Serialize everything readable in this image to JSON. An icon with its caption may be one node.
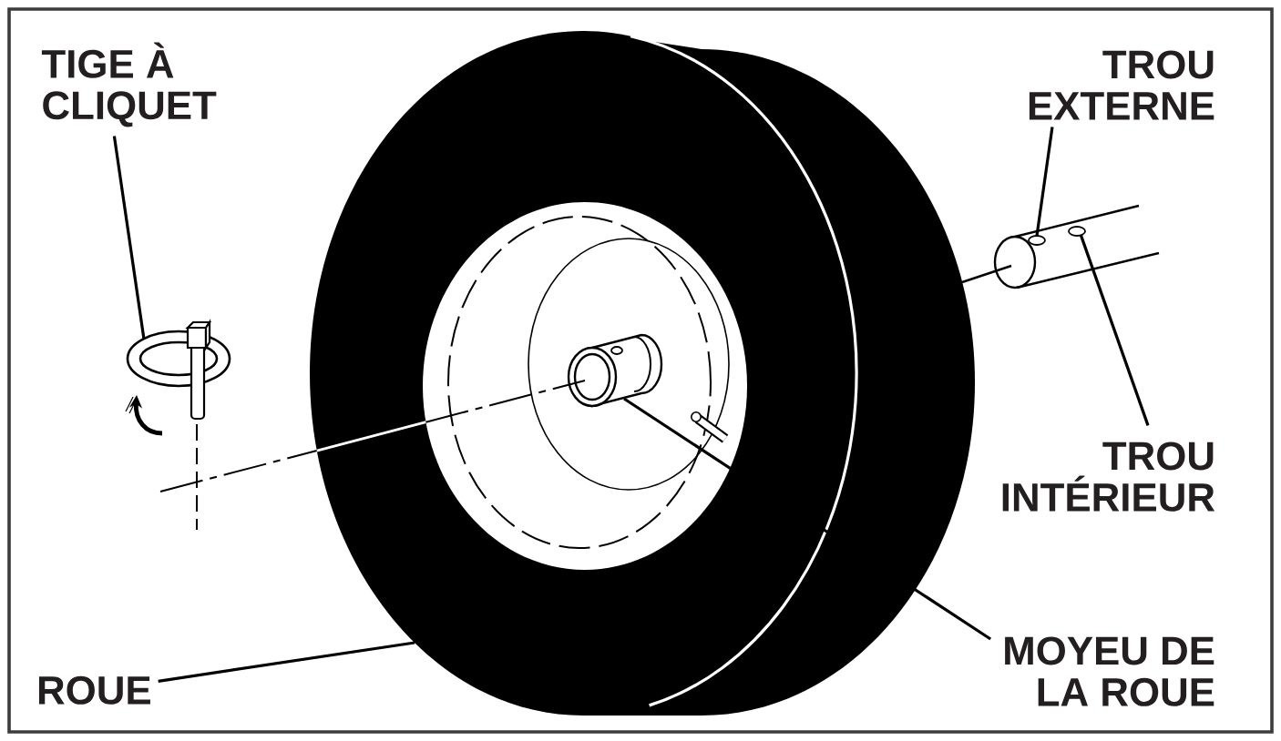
{
  "diagram": {
    "nodes": [
      {
        "text": [
          "TIGE À CLIQUET"
        ]
      },
      {
        "text": [],
        "shape": "picture"
      },
      {
        "text": [
          "TROU EXTERNE"
        ]
      },
      {
        "text": [],
        "shape": "circle"
      },
      {
        "text": [
          "TROU INTÉRIEUR"
        ]
      },
      {
        "text": [],
        "shape": "circle"
      },
      {
        "text": [
          "ROUE"
        ]
      },
      {
        "text": [],
        "shape": "picture"
      },
      {
        "text": [
          "MOYEU DE LA ROUE"
        ]
      },
      {
        "text": [],
        "shape": "picture",
        "in": 7
      }
    ],
    "edges": [
      {
        "from": 0,
        "to": 1,
        "arrow": "none"
      },
      {
        "from": 2,
        "to": 3,
        "arrow": "none"
      },
      {
        "from": 4,
        "to": 5,
        "arrow": "none"
      },
      {
        "from": 6,
        "to": 7,
        "arrow": "none"
      },
      {
        "from": 8,
        "to": 9,
        "arrow": "none"
      }
    ]
  }
}
